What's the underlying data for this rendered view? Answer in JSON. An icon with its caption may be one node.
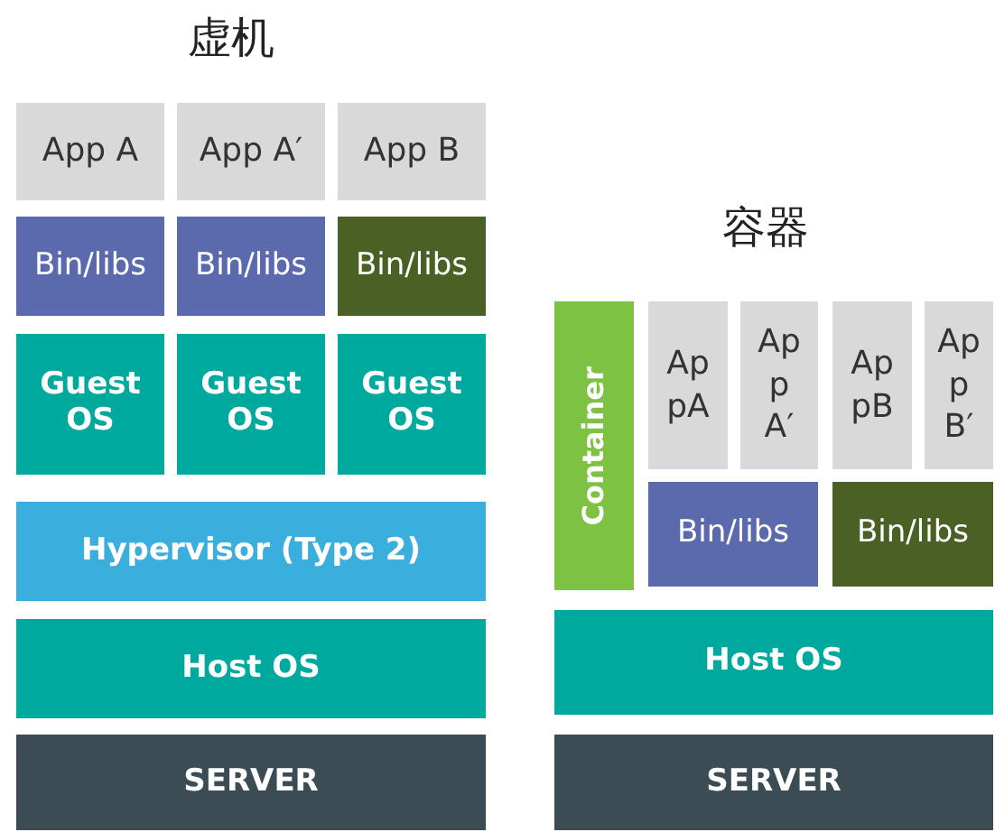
{
  "diagram": {
    "nodes": [
      {
        "text": [
          "App A"
        ]
      },
      {
        "text": [
          "App A′"
        ]
      },
      {
        "text": [
          "App B"
        ]
      },
      {
        "text": [
          "Bin/libs"
        ]
      },
      {
        "text": [
          "Bin/libs"
        ]
      },
      {
        "text": [
          "Bin/libs"
        ]
      },
      {
        "text": [
          "Guest OS"
        ]
      },
      {
        "text": [
          "Guest OS"
        ]
      },
      {
        "text": [
          "Guest OS"
        ]
      },
      {
        "text": [
          "Hypervisor (Type 2)"
        ]
      },
      {
        "text": [
          "Host OS"
        ]
      },
      {
        "text": [
          "SERVER"
        ]
      },
      {
        "text": [
          "Container"
        ]
      },
      {
        "text": [
          "AppA"
        ]
      },
      {
        "text": [
          "AppA′"
        ]
      },
      {
        "text": [
          "AppB"
        ]
      },
      {
        "text": [
          "AppB′"
        ]
      },
      {
        "text": [
          "Bin/libs"
        ]
      },
      {
        "text": [
          "Bin/libs"
        ]
      },
      {
        "text": [
          "Host OS"
        ]
      },
      {
        "text": [
          "SERVER"
        ]
      }
    ],
    "labels": [
      "虚机",
      "容器"
    ]
  }
}
